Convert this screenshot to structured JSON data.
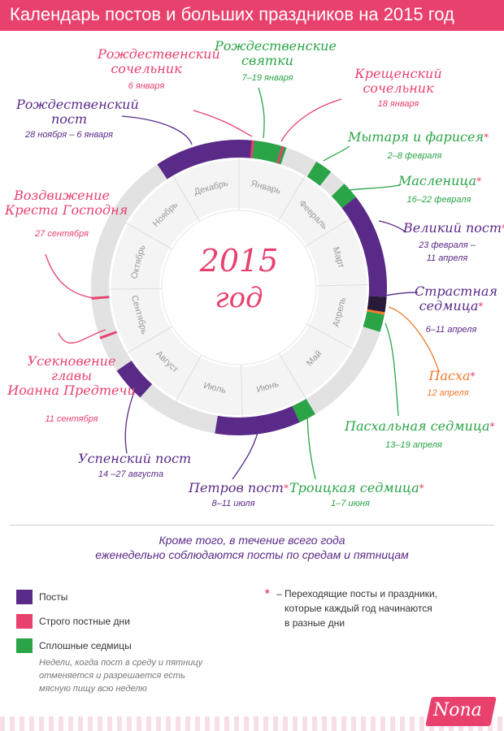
{
  "header": {
    "title": "Календарь постов и больших праздников на 2015 год"
  },
  "center": {
    "line1": "2015",
    "line2": "год"
  },
  "months": [
    "Январь",
    "Февраль",
    "Март",
    "Апрель",
    "Май",
    "Июнь",
    "Июль",
    "Август",
    "Сентябрь",
    "Октябрь",
    "Ноябрь",
    "Декабрь"
  ],
  "colors": {
    "fast": "#5a2a88",
    "strict": "#e8416e",
    "solid_week": "#2aa447",
    "easter": "#f07a2d",
    "passion": "#2a1a3a",
    "ring": "#e2e2e2"
  },
  "events": {
    "rozhd_sochelnik": {
      "title1": "Рождественский",
      "title2": "сочельник",
      "date": "6 января"
    },
    "sviatki": {
      "title1": "Рождественские",
      "title2": "святки",
      "date": "7–19 января"
    },
    "kresh_sochelnik": {
      "title1": "Крещенский",
      "title2": "сочельник",
      "date": "18 января"
    },
    "rozhd_post": {
      "title1": "Рождественский",
      "title2": "пост",
      "date": "28 ноября – 6 января"
    },
    "mytar": {
      "title": "Мытаря и фарисея",
      "date": "2–8 февраля"
    },
    "maslenitsa": {
      "title": "Масленица",
      "date": "16–22 февраля"
    },
    "vozdvizhenie": {
      "title1": "Воздвижение",
      "title2": "Креста Господня",
      "date": "27 сентября"
    },
    "velikiy_post": {
      "title": "Великий пост",
      "date1": "23 февраля –",
      "date2": "11 апреля"
    },
    "strastnaya": {
      "title1": "Страстная",
      "title2": "седмица",
      "date": "6–11 апреля"
    },
    "paskha": {
      "title": "Пасха",
      "date": "12 апреля"
    },
    "useknovenie": {
      "title1": "Усекновение",
      "title2": "главы",
      "title3": "Иоанна Предтечи",
      "date": "11 сентября"
    },
    "paskh_sedmitsa": {
      "title": "Пасхальная седмица",
      "date": "13–19 апреля"
    },
    "uspenskiy": {
      "title": "Успенский пост",
      "date": "14 –27 августа"
    },
    "petrov": {
      "title": "Петров пост",
      "date": "8–11 июля"
    },
    "troitskaya": {
      "title": "Троицкая седмица",
      "date": "1–7 июня"
    }
  },
  "note": {
    "line1": "Кроме того, в течение всего года",
    "line2": "еженедельно соблюдаются посты по средам и пятницам"
  },
  "legend": {
    "fasts": "Посты",
    "strict": "Строго постные дни",
    "solid": "Сплошные седмицы",
    "solid_note1": "Недели, когда пост в среду и пятницу",
    "solid_note2": "отменяется и разрешается есть",
    "solid_note3": "мясную пищу всю неделю"
  },
  "star_note": {
    "mark": "*",
    "line1": "– Переходящие посты и праздники,",
    "line2": "которые каждый год начинаются",
    "line3": "в разные дни"
  },
  "logo": "Nona"
}
